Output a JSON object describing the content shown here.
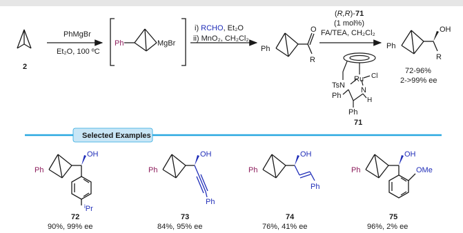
{
  "reaction": {
    "start_label": "2",
    "step1_reagent": "PhMgBr",
    "step1_conditions": "Et₂O, 100 ºC",
    "intermediate_ph": "Ph",
    "intermediate_mgbr": "MgBr",
    "step2_line1_prefix": "i) ",
    "step2_line1_reagent": "RCHO",
    "step2_line1_suffix": ", Et₂O",
    "step2_line2": "ii) MnO₂, CH₂Cl₂",
    "ketone_ph": "Ph",
    "ketone_o": "O",
    "ketone_r": "R",
    "step3_cat_pre": "(",
    "step3_cat_rr": "R,R",
    "step3_cat_post": ")-",
    "step3_cat_num": "71",
    "step3_loading": "(1 mol%)",
    "step3_conditions": "FA/TEA, CH₂Cl₂",
    "product_ph": "Ph",
    "product_oh": "OH",
    "product_r": "R",
    "product_yield": "72-96%",
    "product_ee": "2->99% ee",
    "catalyst": {
      "ru": "Ru",
      "cl": "Cl",
      "tsn": "TsN",
      "n": "N",
      "h": "H",
      "ph_left": "Ph",
      "ph_bottom": "Ph",
      "label": "71"
    }
  },
  "examples_header": "Selected Examples",
  "examples": [
    {
      "id": "72",
      "result": "90%, 99% ee",
      "ph": "Ph",
      "oh": "OH",
      "sub_i": "i",
      "sub_pr": "Pr"
    },
    {
      "id": "73",
      "result": "84%, 95% ee",
      "ph": "Ph",
      "oh": "OH",
      "end": "Ph"
    },
    {
      "id": "74",
      "result": "76%, 41% ee",
      "ph": "Ph",
      "oh": "OH",
      "end": "Ph"
    },
    {
      "id": "75",
      "result": "96%, 2% ee",
      "ph": "Ph",
      "oh": "OH",
      "ome": "OMe"
    }
  ],
  "colors": {
    "purple": "#8b1a5a",
    "blue": "#1f2db8",
    "accent": "#29a8e0",
    "header_bg": "#c9e6f6",
    "ink": "#1a1a1a"
  }
}
